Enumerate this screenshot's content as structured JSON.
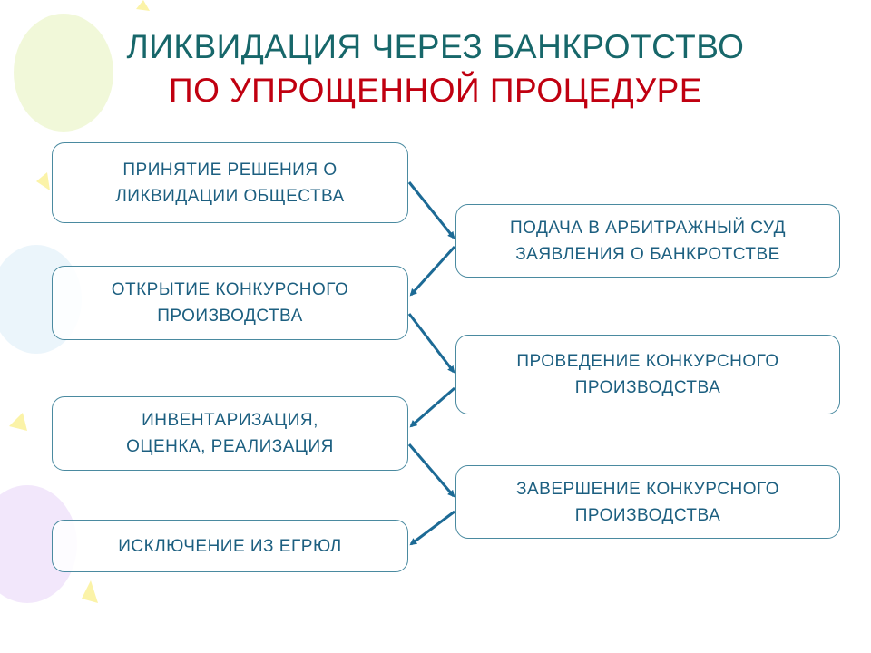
{
  "title": {
    "line1": "ЛИКВИДАЦИЯ ЧЕРЕЗ БАНКРОТСТВО",
    "line2": "ПО УПРОЩЕННОЙ ПРОЦЕДУРЕ"
  },
  "colors": {
    "title1": "#17676a",
    "title2": "#c00010",
    "box_text": "#1c5f80",
    "arrow": "#1c6a95"
  },
  "steps": [
    {
      "line1": "ПРИНЯТИЕ РЕШЕНИЯ О",
      "line2": "ЛИКВИДАЦИИ ОБЩЕСТВА"
    },
    {
      "line1": "ПОДАЧА В АРБИТРАЖНЫЙ СУД",
      "line2": "ЗАЯВЛЕНИЯ О БАНКРОТСТВЕ"
    },
    {
      "line1": "ОТКРЫТИЕ КОНКУРСНОГО",
      "line2": "ПРОИЗВОДСТВА"
    },
    {
      "line1": "ПРОВЕДЕНИЕ КОНКУРСНОГО",
      "line2": "ПРОИЗВОДСТВА"
    },
    {
      "line1": "ИНВЕНТАРИЗАЦИЯ,",
      "line2": "ОЦЕНКА, РЕАЛИЗАЦИЯ"
    },
    {
      "line1": "ЗАВЕРШЕНИЕ КОНКУРСНОГО",
      "line2": "ПРОИЗВОДСТВА"
    },
    {
      "line1": "ИСКЛЮЧЕНИЕ ИЗ ЕГРЮЛ",
      "line2": ""
    }
  ]
}
